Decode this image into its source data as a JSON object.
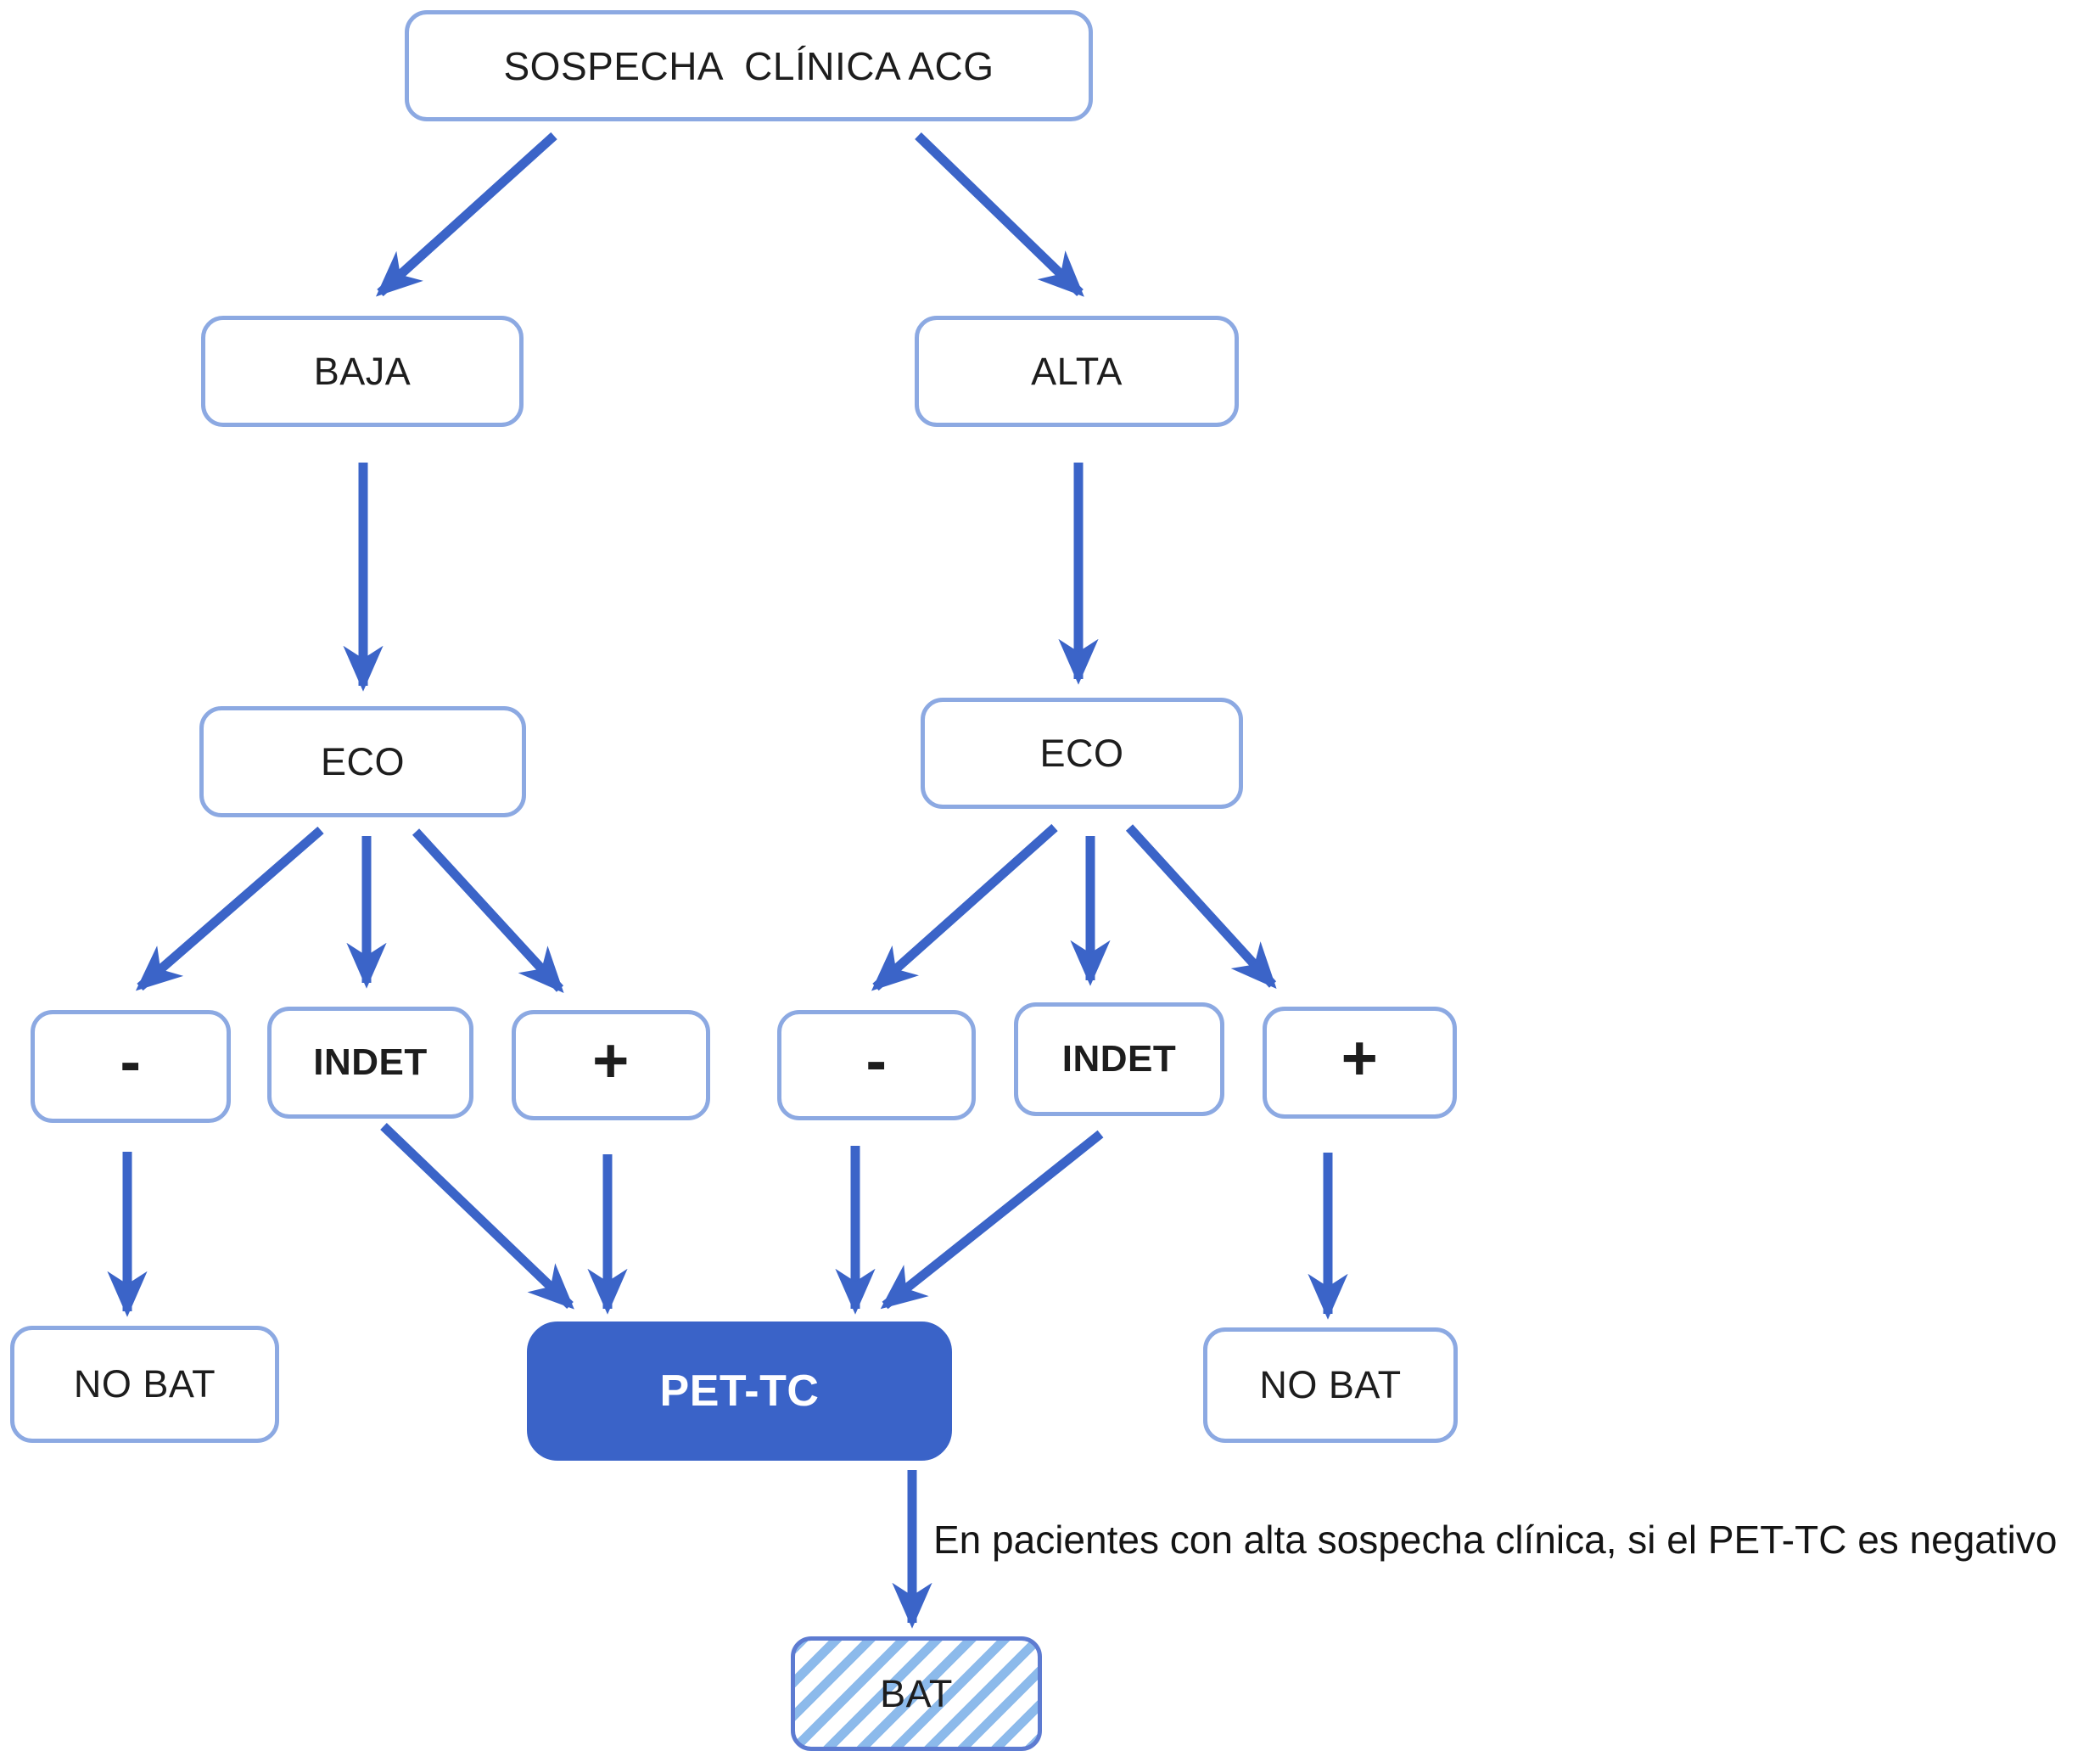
{
  "figure": {
    "type": "flowchart",
    "language": "es",
    "description": "Algoritmo diagnóstico ante sospecha clínica de ACG (ecografía, PET-TC, BAT)"
  },
  "nodes": {
    "root": {
      "label": "SOSPECHA  CLÍNICA ACG"
    },
    "baja": {
      "label": "BAJA"
    },
    "alta": {
      "label": "ALTA"
    },
    "eco_left": {
      "label": "ECO"
    },
    "eco_right": {
      "label": "ECO"
    },
    "neg_left": {
      "label": "-"
    },
    "indet_left": {
      "label": "INDET"
    },
    "pos_left": {
      "label": "+"
    },
    "neg_right": {
      "label": "-"
    },
    "indet_right": {
      "label": "INDET"
    },
    "pos_right": {
      "label": "+"
    },
    "no_bat_left": {
      "label": "NO BAT"
    },
    "pet_tc": {
      "label": "PET-TC"
    },
    "no_bat_right": {
      "label": "NO BAT"
    },
    "bat": {
      "label": "BAT"
    }
  },
  "edges": [
    {
      "from": "SOSPECHA CLÍNICA ACG",
      "to": "BAJA"
    },
    {
      "from": "SOSPECHA CLÍNICA ACG",
      "to": "ALTA"
    },
    {
      "from": "BAJA",
      "to": "ECO (baja)"
    },
    {
      "from": "ALTA",
      "to": "ECO (alta)"
    },
    {
      "from": "ECO (baja)",
      "to": "- (baja)"
    },
    {
      "from": "ECO (baja)",
      "to": "INDET (baja)"
    },
    {
      "from": "ECO (baja)",
      "to": "+ (baja)"
    },
    {
      "from": "ECO (alta)",
      "to": "- (alta)"
    },
    {
      "from": "ECO (alta)",
      "to": "INDET (alta)"
    },
    {
      "from": "ECO (alta)",
      "to": "+ (alta)"
    },
    {
      "from": "- (baja)",
      "to": "NO BAT"
    },
    {
      "from": "INDET (baja)",
      "to": "PET-TC"
    },
    {
      "from": "+ (baja)",
      "to": "PET-TC"
    },
    {
      "from": "- (alta)",
      "to": "PET-TC"
    },
    {
      "from": "INDET (alta)",
      "to": "PET-TC"
    },
    {
      "from": "+ (alta)",
      "to": "NO BAT"
    },
    {
      "from": "PET-TC",
      "to": "BAT"
    }
  ],
  "annotation": {
    "text": "En pacientes con alta sospecha clínica, si el PET-TC es negativo"
  },
  "colors": {
    "arrow_blue": "#3B64C8",
    "node_border": "#8CA9E2",
    "pet_tc_fill": "#3A63C8",
    "bat_border": "#5D7BD1",
    "bat_hatch_stripe": "#8CBAEB",
    "text": "#1d1d1d",
    "background": "#ffffff"
  }
}
